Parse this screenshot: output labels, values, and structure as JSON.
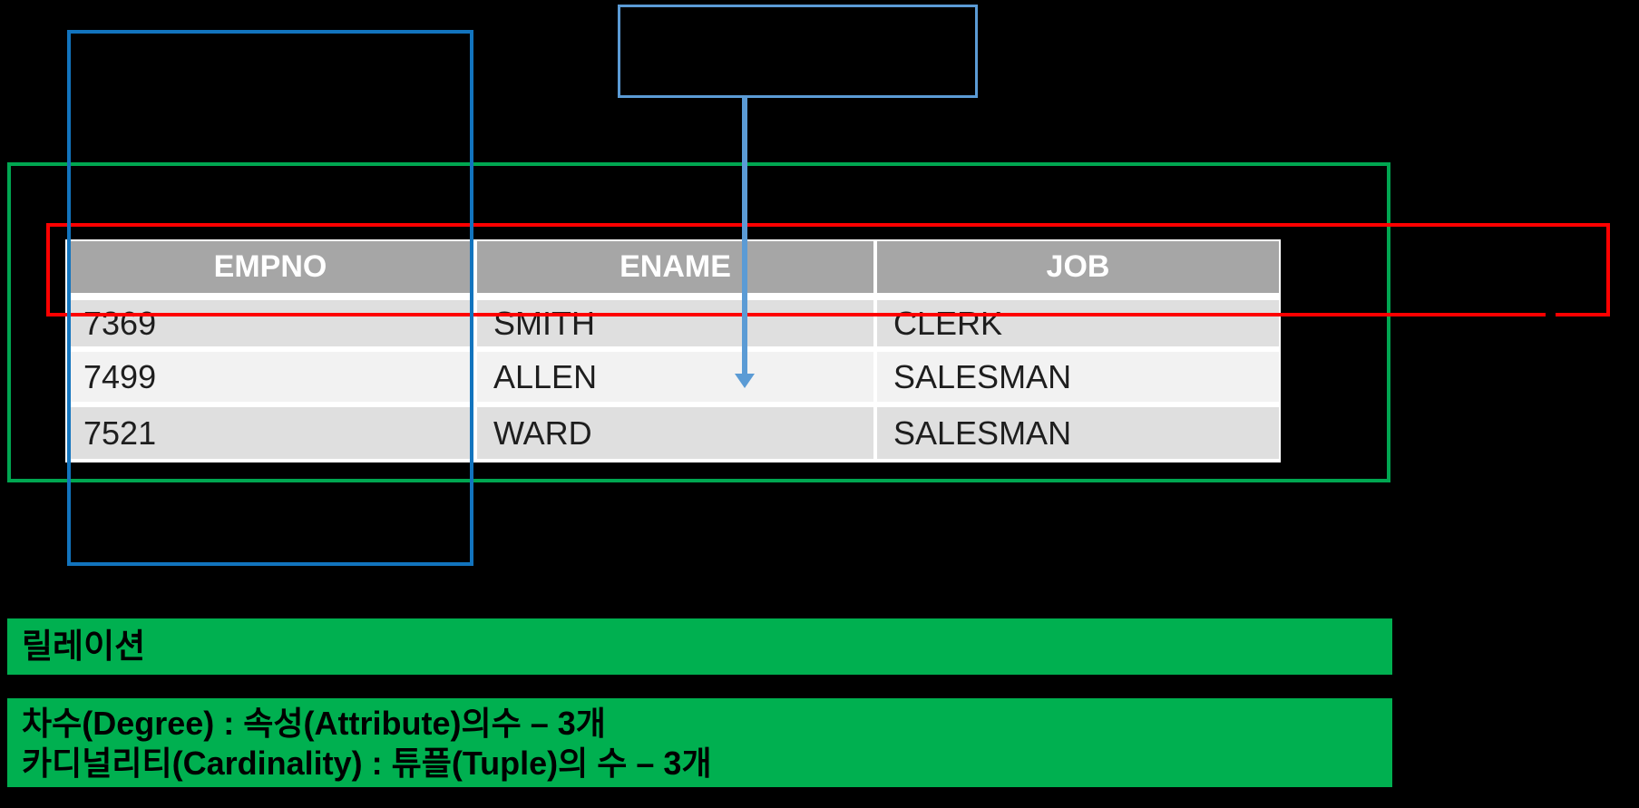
{
  "table": {
    "columns": [
      "EMPNO",
      "ENAME",
      "JOB"
    ],
    "rows": [
      [
        "7369",
        "SMITH",
        "CLERK"
      ],
      [
        "7499",
        "ALLEN",
        "SALESMAN"
      ],
      [
        "7521",
        "WARD",
        "SALESMAN"
      ]
    ]
  },
  "banners": {
    "relation_label": "릴레이션",
    "degree_line": "차수(Degree) : 속성(Attribute)의수 – 3개",
    "cardinality_line": "카디널리티(Cardinality) : 튜플(Tuple)의 수 – 3개"
  },
  "annotations": {
    "attribute_column_box_color": "#1274be",
    "callout_box_color": "#5b9bd5",
    "relation_outline_color": "#00a651",
    "header_row_outline_color": "#fe0000",
    "banner_green": "#00b050",
    "header_gray": "#a6a6a6",
    "row_shade_dark": "#dfdfdf",
    "row_shade_light": "#f2f2f2"
  }
}
